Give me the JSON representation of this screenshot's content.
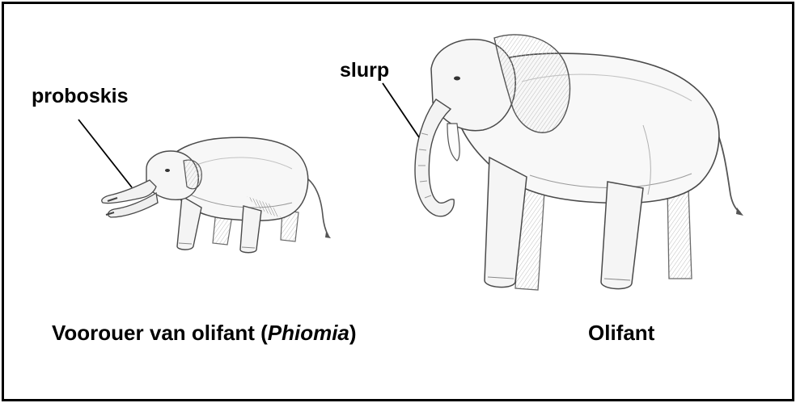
{
  "labels": {
    "proboscis": "proboskis",
    "trunk": "slurp"
  },
  "captions": {
    "ancestor_prefix": "Voorouer van olifant (",
    "ancestor_genus": "Phiomia",
    "ancestor_suffix": ")",
    "elephant": "Olifant"
  },
  "colors": {
    "border": "#000000",
    "background": "#ffffff",
    "text": "#000000"
  }
}
